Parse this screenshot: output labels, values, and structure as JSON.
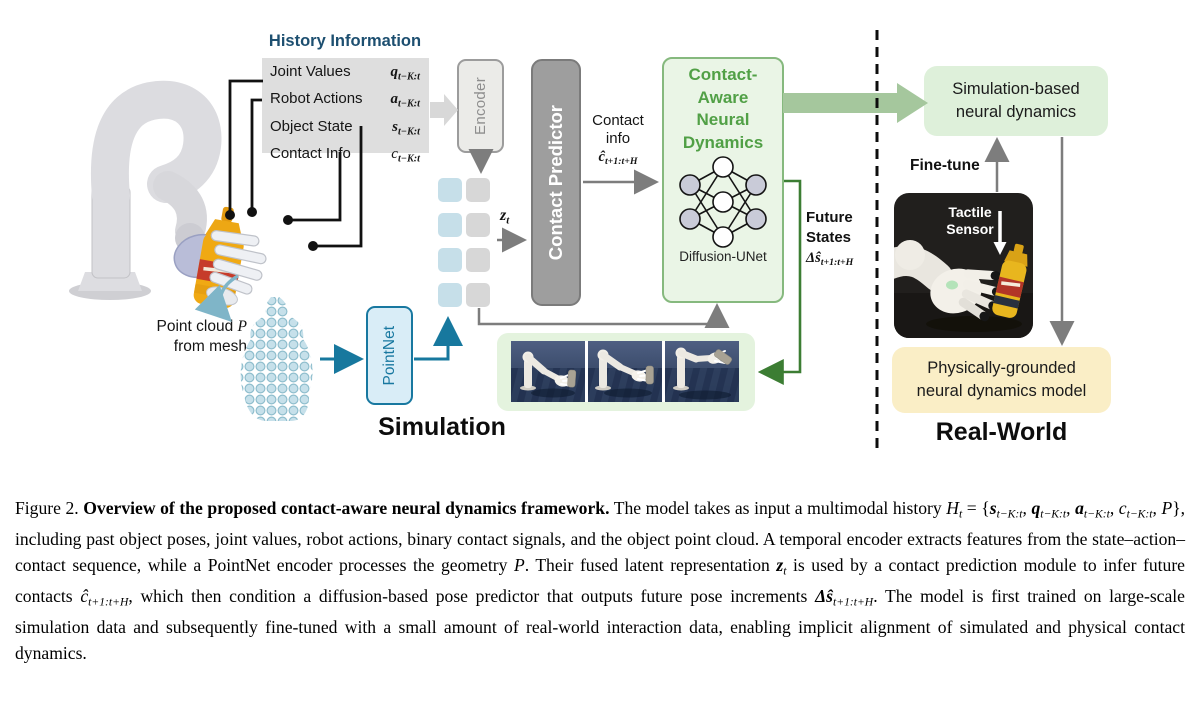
{
  "diagram": {
    "history": {
      "title": "History Information",
      "rows": [
        {
          "label": "Joint Values",
          "math": [
            {
              "t": "q",
              "c": "mb"
            },
            {
              "t": "t−K:t",
              "c": "ds"
            }
          ]
        },
        {
          "label": "Robot Actions",
          "math": [
            {
              "t": "a",
              "c": "mb"
            },
            {
              "t": "t−K:t",
              "c": "ds"
            }
          ]
        },
        {
          "label": "Object State",
          "math": [
            {
              "t": "s",
              "c": "mb"
            },
            {
              "t": "t−K:t",
              "c": "ds"
            }
          ]
        },
        {
          "label": "Contact Info",
          "math": [
            {
              "t": "c",
              "c": "mi"
            },
            {
              "t": "t−K:t",
              "c": "ds"
            }
          ]
        }
      ]
    },
    "encoder_label": "Encoder",
    "contact_predictor_label": "Contact Predictor",
    "zt": [
      {
        "t": "z",
        "c": "mb"
      },
      {
        "t": "t",
        "c": "ds"
      }
    ],
    "contact_info": {
      "line1": "Contact",
      "line2": "info",
      "math": [
        {
          "t": "ĉ",
          "c": "mb"
        },
        {
          "t": "t+1:t+H",
          "c": "ds"
        }
      ]
    },
    "cand": {
      "title_lines": [
        "Contact-",
        "Aware",
        "Neural",
        "Dynamics"
      ],
      "footer": "Diffusion-UNet"
    },
    "future_states": {
      "line1": "Future",
      "line2": "States",
      "math": [
        {
          "t": "Δŝ",
          "c": "mb"
        },
        {
          "t": "t+1:t+H",
          "c": "ds"
        }
      ]
    },
    "sim_based_lines": [
      "Simulation-based",
      "neural dynamics"
    ],
    "fine_tune": "Fine-tune",
    "tactile_lines": [
      "Tactile",
      "Sensor"
    ],
    "grounded_lines": [
      "Physically-grounded",
      "neural dynamics model"
    ],
    "headings": {
      "simulation": "Simulation",
      "real_world": "Real-World"
    },
    "point_cloud_label": {
      "line1": [
        {
          "t": "Point cloud ",
          "c": ""
        },
        {
          "t": "P",
          "c": "mi"
        }
      ],
      "line2": "from mesh"
    },
    "pointnet_label": "PointNet"
  },
  "caption": {
    "parts": [
      {
        "t": "Figure 2.   ",
        "c": ""
      },
      {
        "t": "Overview of the proposed contact-aware neural dynamics framework.",
        "c": "bf"
      },
      {
        "t": "  The model takes as input a multimodal history ",
        "c": ""
      },
      {
        "t": "H",
        "c": "mi"
      },
      {
        "t": "t",
        "c": "sub"
      },
      {
        "t": " = {",
        "c": ""
      },
      {
        "t": "s",
        "c": "mb"
      },
      {
        "t": "t−K:t",
        "c": "sub"
      },
      {
        "t": ", ",
        "c": ""
      },
      {
        "t": "q",
        "c": "mb"
      },
      {
        "t": "t−K:t",
        "c": "sub"
      },
      {
        "t": ", ",
        "c": ""
      },
      {
        "t": "a",
        "c": "mb"
      },
      {
        "t": "t−K:t",
        "c": "sub"
      },
      {
        "t": ", ",
        "c": ""
      },
      {
        "t": "c",
        "c": "mi"
      },
      {
        "t": "t−K:t",
        "c": "sub"
      },
      {
        "t": ", ",
        "c": ""
      },
      {
        "t": "P",
        "c": "mi"
      },
      {
        "t": "}, including past object poses, joint values, robot actions, binary contact signals, and the object point cloud.  A temporal encoder extracts features from the state–action–contact sequence, while a PointNet encoder processes the geometry ",
        "c": ""
      },
      {
        "t": "P",
        "c": "mi"
      },
      {
        "t": ".  Their fused latent representation ",
        "c": ""
      },
      {
        "t": "z",
        "c": "mb"
      },
      {
        "t": "t",
        "c": "sub"
      },
      {
        "t": " is used by a contact prediction module to infer future contacts ",
        "c": ""
      },
      {
        "t": "ĉ",
        "c": "mi"
      },
      {
        "t": "t+1:t+H",
        "c": "sub"
      },
      {
        "t": ", which then condition a diffusion-based pose predictor that outputs future pose increments ",
        "c": ""
      },
      {
        "t": "Δŝ",
        "c": "mb"
      },
      {
        "t": "t+1:t+H",
        "c": "sub"
      },
      {
        "t": ".  The model is first trained on large-scale simulation data and subsequently fine-tuned with a small amount of real-world interaction data, enabling implicit alignment of simulated and physical contact dynamics.",
        "c": ""
      }
    ]
  },
  "colors": {
    "history_title": "#1d4f70",
    "history_box": "#dedede",
    "encoder_gray": "#9c9c9c",
    "predictor_gray": "#9e9e9e",
    "token_blue": "#c6dfe9",
    "token_gray": "#d7d7d7",
    "green_box_fill": "#eaf5e6",
    "green_box_border": "#86b97e",
    "green_text": "#51a046",
    "thick_arrow_green": "#a5c79d",
    "feedback_green": "#3c7d33",
    "sim_based_fill": "#def0da",
    "yellow_fill": "#faeec6",
    "pointnet_blue": "#1878a0",
    "strip_fill": "#e4f3de",
    "gray_arrow": "#7d7d7d"
  }
}
